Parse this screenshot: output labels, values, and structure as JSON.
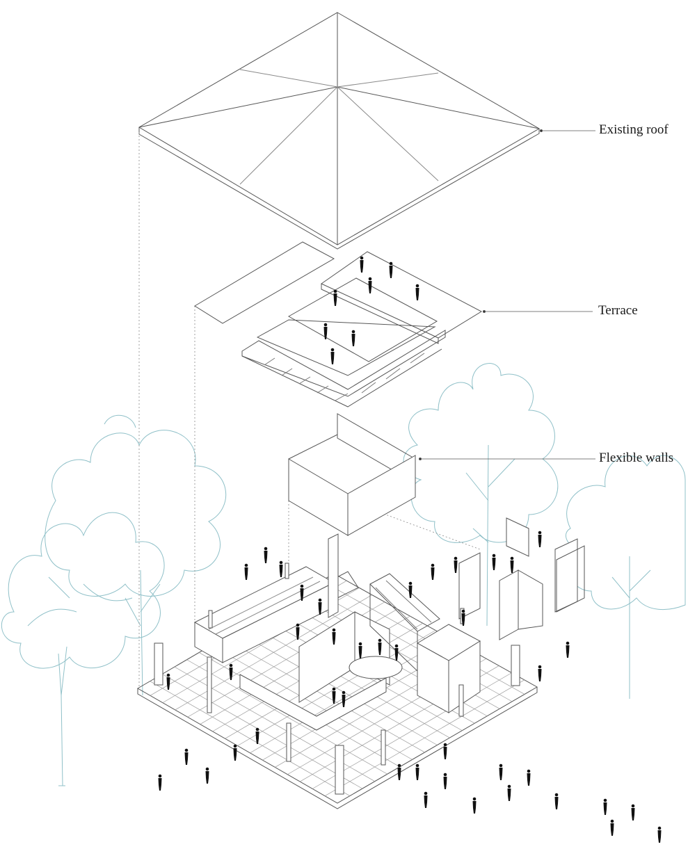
{
  "diagram": {
    "type": "exploded-axonometric",
    "components": [
      {
        "id": "roof",
        "label": "Existing roof"
      },
      {
        "id": "terrace",
        "label": "Terrace"
      },
      {
        "id": "walls",
        "label": "Flexible walls"
      }
    ]
  },
  "colors": {
    "line": "#555555",
    "thin_line": "#8a8a8a",
    "tree": "#8fc0c8",
    "people": "#111111",
    "label": "#1a1a1a"
  }
}
